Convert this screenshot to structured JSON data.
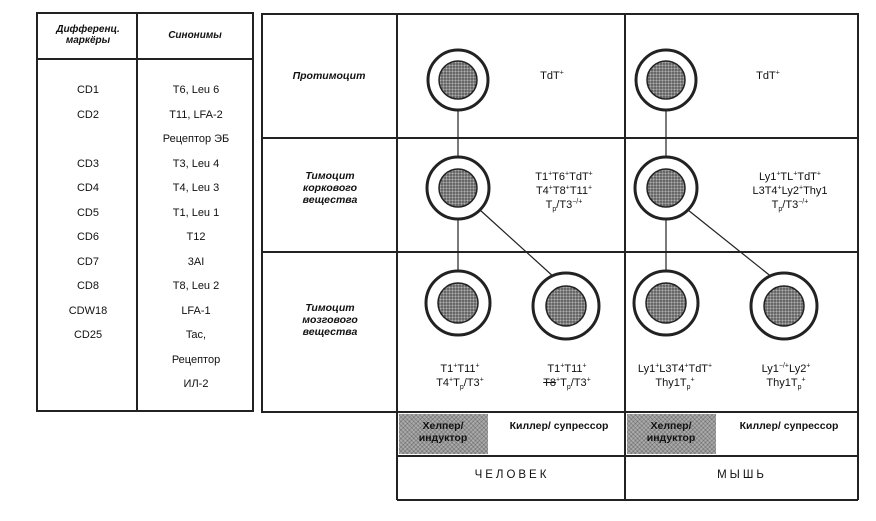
{
  "marker_table": {
    "header_markers": "Дифференц. маркёры",
    "header_synonyms": "Синонимы",
    "rows": [
      {
        "marker": "CD1",
        "synonym": "T6, Leu 6"
      },
      {
        "marker": "CD2",
        "synonym": "T11, LFA-2"
      },
      {
        "marker": "",
        "synonym": "Рецептор ЭБ"
      },
      {
        "marker": "CD3",
        "synonym": "T3, Leu 4"
      },
      {
        "marker": "CD4",
        "synonym": "T4, Leu 3"
      },
      {
        "marker": "CD5",
        "synonym": "T1, Leu 1"
      },
      {
        "marker": "CD6",
        "synonym": "T12"
      },
      {
        "marker": "CD7",
        "synonym": "3AI"
      },
      {
        "marker": "CD8",
        "synonym": "T8, Leu 2"
      },
      {
        "marker": "CDW18",
        "synonym": "LFA-1"
      },
      {
        "marker": "CD25",
        "synonym": "Tac,"
      },
      {
        "marker": "",
        "synonym": "Рецептор"
      },
      {
        "marker": "",
        "synonym": "ИЛ-2"
      }
    ]
  },
  "row_labels": {
    "prothymocyte": "Протимоцит",
    "cortical": "Тимоцит коркового вещества",
    "medullary": "Тимоцит мозгового вещества"
  },
  "markers": {
    "human_pro": "TdT+",
    "human_cortex": [
      "T1+T6+TdT+",
      "T4+T8+T11+",
      "Tp/T3−/+"
    ],
    "human_helper": [
      "T1+T11+",
      "T4+Tp/T3+"
    ],
    "human_killer": [
      "T1+T11+",
      "T8+Tp/T3+"
    ],
    "mouse_pro": "TdT+",
    "mouse_cortex": [
      "Ly1+TL+TdT+",
      "L3T4+Ly2+Thy1",
      "Tp/T3−/+"
    ],
    "mouse_helper": [
      "Ly1+L3T4+TdT+",
      "Thy1Tp+"
    ],
    "mouse_killer": [
      "Ly1−/+Ly2+",
      "Thy1Tp+"
    ]
  },
  "bottom": {
    "helper": "Хелпер/ индуктор",
    "killer": "Киллер/ супрессор",
    "human": "ЧЕЛОВЕК",
    "mouse": "МЫШЬ"
  }
}
